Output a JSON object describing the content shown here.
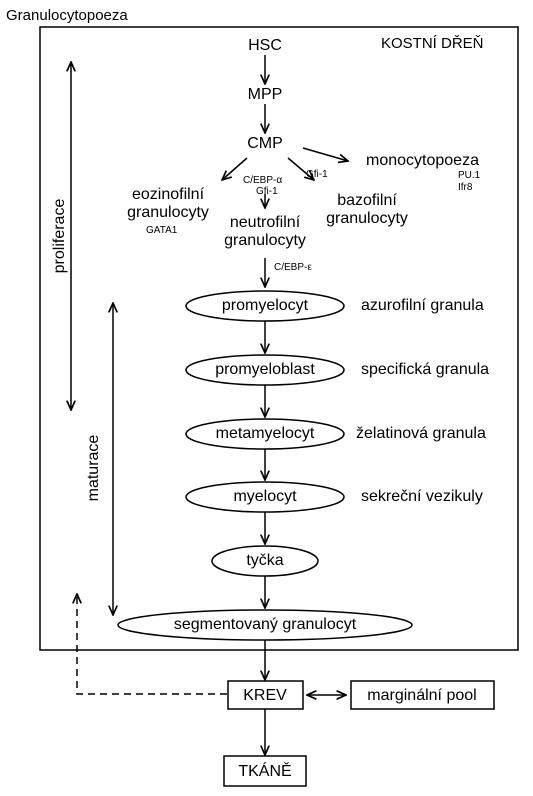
{
  "title": "Granulocytopoeza",
  "region": "KOSTNÍ DŘEŇ",
  "nodes": {
    "hsc": "HSC",
    "mpp": "MPP",
    "cmp": "CMP",
    "monocytopoeza": "monocytopoeza",
    "eozinofilni": "eozinofilní\ngranulocyty",
    "neutrofilni": "neutrofilní\ngranulocyty",
    "bazofilni": "bazofilní\ngranulocyty"
  },
  "factors": {
    "cebp_alpha": "C/EBP-α",
    "gfi1_a": "Gfi-1",
    "gfi1_b": "Gfi-1",
    "pu1": "PU.1",
    "ifr8": "Ifr8",
    "gata1": "GATA1",
    "cebp_epsilon": "C/EBP-ε"
  },
  "stages": [
    {
      "name": "promyelocyt",
      "granula": "azurofilní granula"
    },
    {
      "name": "promyeloblast",
      "granula": "specifická granula"
    },
    {
      "name": "metamyelocyt",
      "granula": "želatinová granula"
    },
    {
      "name": "myelocyt",
      "granula": "sekreční vezikuly"
    },
    {
      "name": "tyčka",
      "granula": ""
    },
    {
      "name": "segmentovaný granulocyt",
      "granula": ""
    }
  ],
  "phases": {
    "proliferace": "proliferace",
    "maturace": "maturace"
  },
  "blood": {
    "krev": "KREV",
    "pool": "marginální pool",
    "tkane": "TKÁNĚ"
  }
}
